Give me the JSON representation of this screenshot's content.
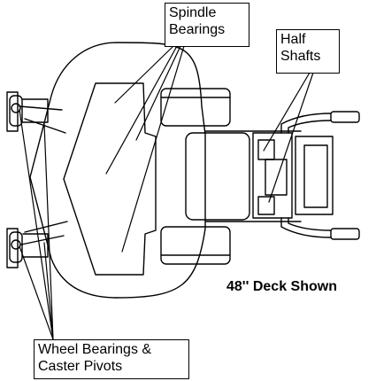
{
  "callouts": {
    "spindle_bearings": [
      "Spindle",
      "Bearings"
    ],
    "half_shafts": [
      "Half",
      "Shafts"
    ],
    "wheel_bearings": [
      "Wheel Bearings &",
      "Caster Pivots"
    ]
  },
  "caption": "48'' Deck Shown",
  "colors": {
    "stroke": "#000000",
    "background": "#ffffff"
  }
}
